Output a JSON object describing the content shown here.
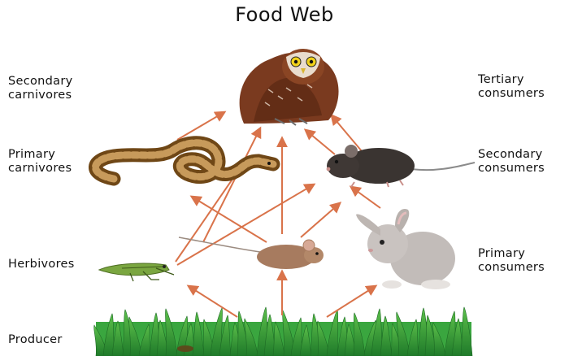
{
  "title": "Food Web",
  "left_labels": {
    "secondary_carnivores": [
      "Secondary",
      "carnivores"
    ],
    "primary_carnivores": [
      "Primary",
      "carnivores"
    ],
    "herbivores": "Herbivores",
    "producer": "Producer"
  },
  "right_labels": {
    "tertiary_consumers": [
      "Tertiary",
      "consumers"
    ],
    "secondary_consumers": [
      "Secondary",
      "consumers"
    ],
    "primary_consumers": [
      "Primary",
      "consumers"
    ]
  },
  "colors": {
    "arrow": "#d9734a",
    "grass": "#2e9a35",
    "owl": "#7a3a1f",
    "snake": "#8a5a22",
    "rat": "#3a3431",
    "rabbit": "#b9b3b0",
    "mouse": "#a77b5f",
    "grasshopper": "#7aa640"
  }
}
